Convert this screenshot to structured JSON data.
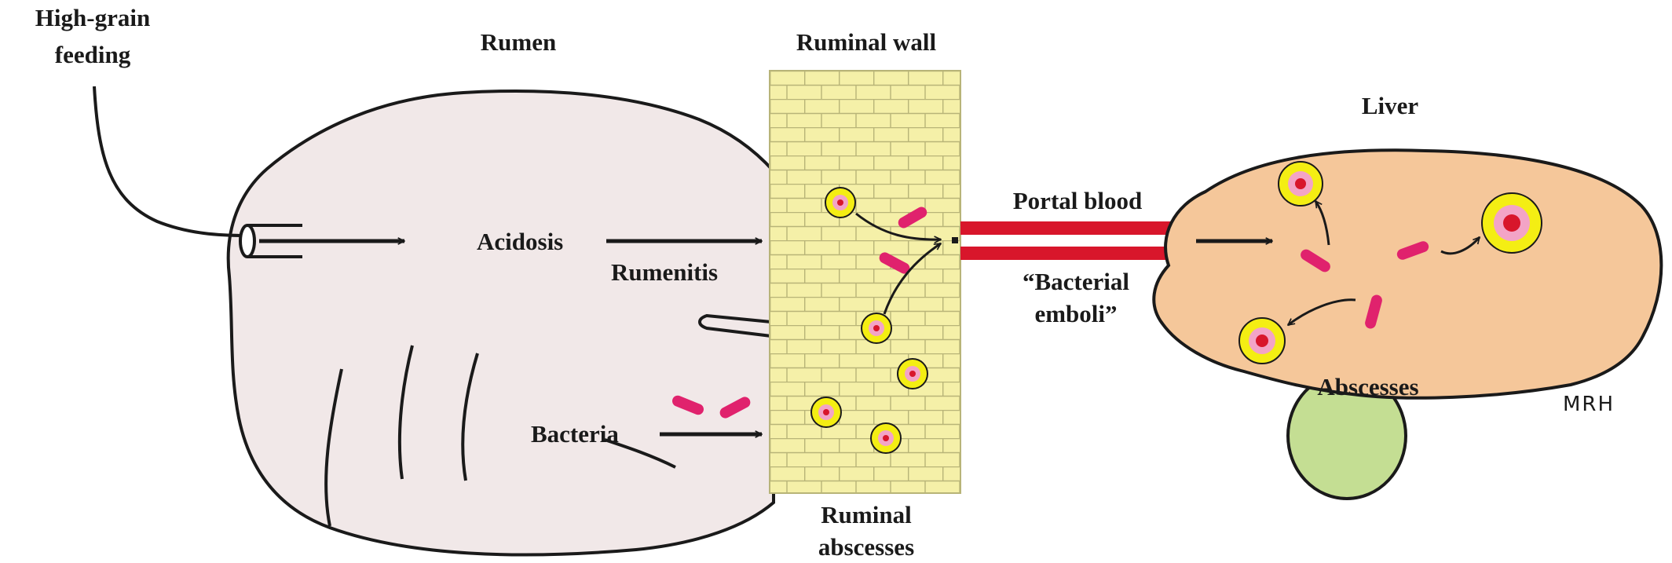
{
  "labels": {
    "feeding_line1": "High-grain",
    "feeding_line2": "feeding",
    "rumen": "Rumen",
    "ruminal_wall": "Ruminal wall",
    "acidosis": "Acidosis",
    "rumenitis": "Rumenitis",
    "bacteria": "Bacteria",
    "ruminal_abscesses_line1": "Ruminal",
    "ruminal_abscesses_line2": "abscesses",
    "portal_blood": "Portal blood",
    "emboli_line1": "“Bacterial",
    "emboli_line2": "emboli”",
    "liver": "Liver",
    "abscesses": "Abscesses",
    "signature": "MRH"
  },
  "colors": {
    "rumen_fill": "#f1e8e8",
    "wall_fill": "#f5f0a8",
    "wall_lines": "#b8b478",
    "liver_fill": "#f5c79a",
    "gallbladder_fill": "#c4de93",
    "portal_red": "#d8162b",
    "bacteria_pink": "#e0226d",
    "abscess_yellow": "#f4ee13",
    "abscess_pink": "#f3a4c6",
    "abscess_core": "#d8162b",
    "outline": "#1a1a1a"
  }
}
